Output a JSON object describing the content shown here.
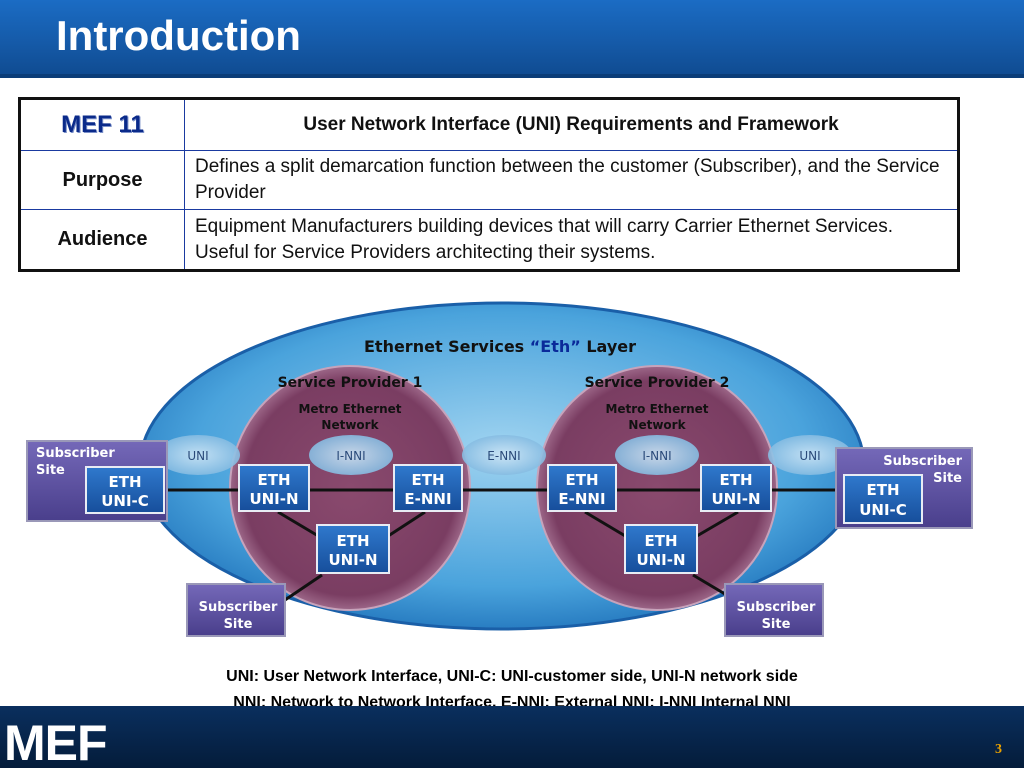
{
  "slide": {
    "title": "Introduction",
    "page_number": "3",
    "logo_text": "MEF"
  },
  "table": {
    "header_left": "MEF 11",
    "header_right": "User Network Interface (UNI) Requirements and Framework",
    "rows": [
      {
        "label": "Purpose",
        "text": "Defines a split demarcation function between the customer (Subscriber), and the Service Provider"
      },
      {
        "label": "Audience",
        "text": "Equipment Manufacturers building devices that will carry Carrier Ethernet Services. Useful for Service Providers architecting their systems."
      }
    ]
  },
  "diagram": {
    "layer_title_pre": "Ethernet Services ",
    "layer_title_em": "“Eth”",
    "layer_title_post": " Layer",
    "provider_1": "Service Provider 1",
    "provider_2": "Service Provider 2",
    "metro_1": [
      "Metro Ethernet",
      "Network"
    ],
    "metro_2": [
      "Metro Ethernet",
      "Network"
    ],
    "interface_labels": {
      "uni_left": "UNI",
      "inni_left": "I-NNI",
      "enni": "E-NNI",
      "inni_right": "I-NNI",
      "uni_right": "UNI"
    },
    "boxes": {
      "eth_uni_c_left": [
        "ETH",
        "UNI-C"
      ],
      "eth_uni_n_1": [
        "ETH",
        "UNI-N"
      ],
      "eth_e_nni_1": [
        "ETH",
        "E-NNI"
      ],
      "eth_uni_n_2": [
        "ETH",
        "UNI-N"
      ],
      "eth_e_nni_2": [
        "ETH",
        "E-NNI"
      ],
      "eth_uni_n_3": [
        "ETH",
        "UNI-N"
      ],
      "eth_uni_n_4": [
        "ETH",
        "UNI-N"
      ],
      "eth_uni_c_right": [
        "ETH",
        "UNI-C"
      ]
    },
    "subscriber_sites": {
      "top_left": [
        "Subscriber",
        "Site"
      ],
      "top_right": [
        "Subscriber",
        "Site"
      ],
      "bottom_left": [
        "Subscriber",
        "Site"
      ],
      "bottom_right": [
        "Subscriber",
        "Site"
      ]
    }
  },
  "notes": {
    "line1": "UNI: User Network Interface, UNI-C: UNI-customer side, UNI-N network side",
    "line2": "NNI: Network to Network Interface, E-NNI: External NNI; I-NNI Internal NNI"
  },
  "colors": {
    "header_blue": "#155aa8",
    "eth_box_fill": "#1e62b8",
    "site_fill": "#5a4e9e",
    "layer_em_blue": "#0a2a9a",
    "page_number_orange": "#e8a000"
  }
}
